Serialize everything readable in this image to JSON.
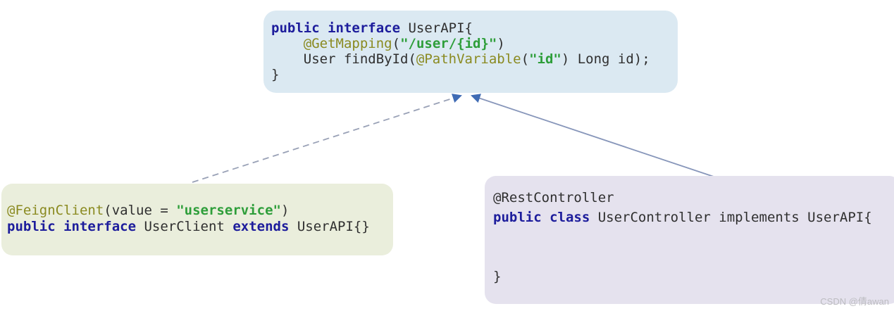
{
  "colors": {
    "pln": "#2f2f2f",
    "kw": "#1d1d9c",
    "ann": "#8a8a20",
    "str": "#2e9e3a",
    "bg_api": "#dbe9f2",
    "bg_client": "#eaeedc",
    "bg_controller": "#e5e2ee",
    "arrow_dashed": "#99a1b6",
    "arrow_solid": "#8796ba",
    "arrowhead": "#3f6bb4",
    "watermark": "#bcbcc0"
  },
  "watermark": {
    "text": "CSDN @倩awan"
  },
  "boxes": {
    "userapi": {
      "lines": [
        [
          {
            "t": "public interface",
            "c": "kw"
          },
          {
            "t": " UserAPI{",
            "c": "pln"
          }
        ],
        [
          {
            "t": "    ",
            "c": "pln"
          },
          {
            "t": "@GetMapping",
            "c": "ann"
          },
          {
            "t": "(",
            "c": "pln"
          },
          {
            "t": "\"/user/{id}\"",
            "c": "str"
          },
          {
            "t": ")",
            "c": "pln"
          }
        ],
        [
          {
            "t": "    User findById(",
            "c": "pln"
          },
          {
            "t": "@PathVariable",
            "c": "ann"
          },
          {
            "t": "(",
            "c": "pln"
          },
          {
            "t": "\"id\"",
            "c": "str"
          },
          {
            "t": ") Long id);",
            "c": "pln"
          }
        ],
        [
          {
            "t": "}",
            "c": "pln"
          }
        ]
      ]
    },
    "userclient": {
      "lines": [
        [
          {
            "t": "@FeignClient",
            "c": "ann"
          },
          {
            "t": "(value = ",
            "c": "pln"
          },
          {
            "t": "\"userservice\"",
            "c": "str"
          },
          {
            "t": ")",
            "c": "pln"
          }
        ],
        [
          {
            "t": "public interface",
            "c": "kw"
          },
          {
            "t": " UserClient ",
            "c": "pln"
          },
          {
            "t": "extends",
            "c": "kw"
          },
          {
            "t": " UserAPI{}",
            "c": "pln"
          }
        ]
      ]
    },
    "usercontroller": {
      "lines": [
        [
          {
            "t": "@RestController",
            "c": "pln"
          }
        ],
        [
          {
            "t": "public class",
            "c": "kw"
          },
          {
            "t": " UserController implements UserAPI{",
            "c": "pln"
          }
        ],
        [],
        [],
        [
          {
            "t": "}",
            "c": "pln"
          }
        ]
      ]
    }
  }
}
